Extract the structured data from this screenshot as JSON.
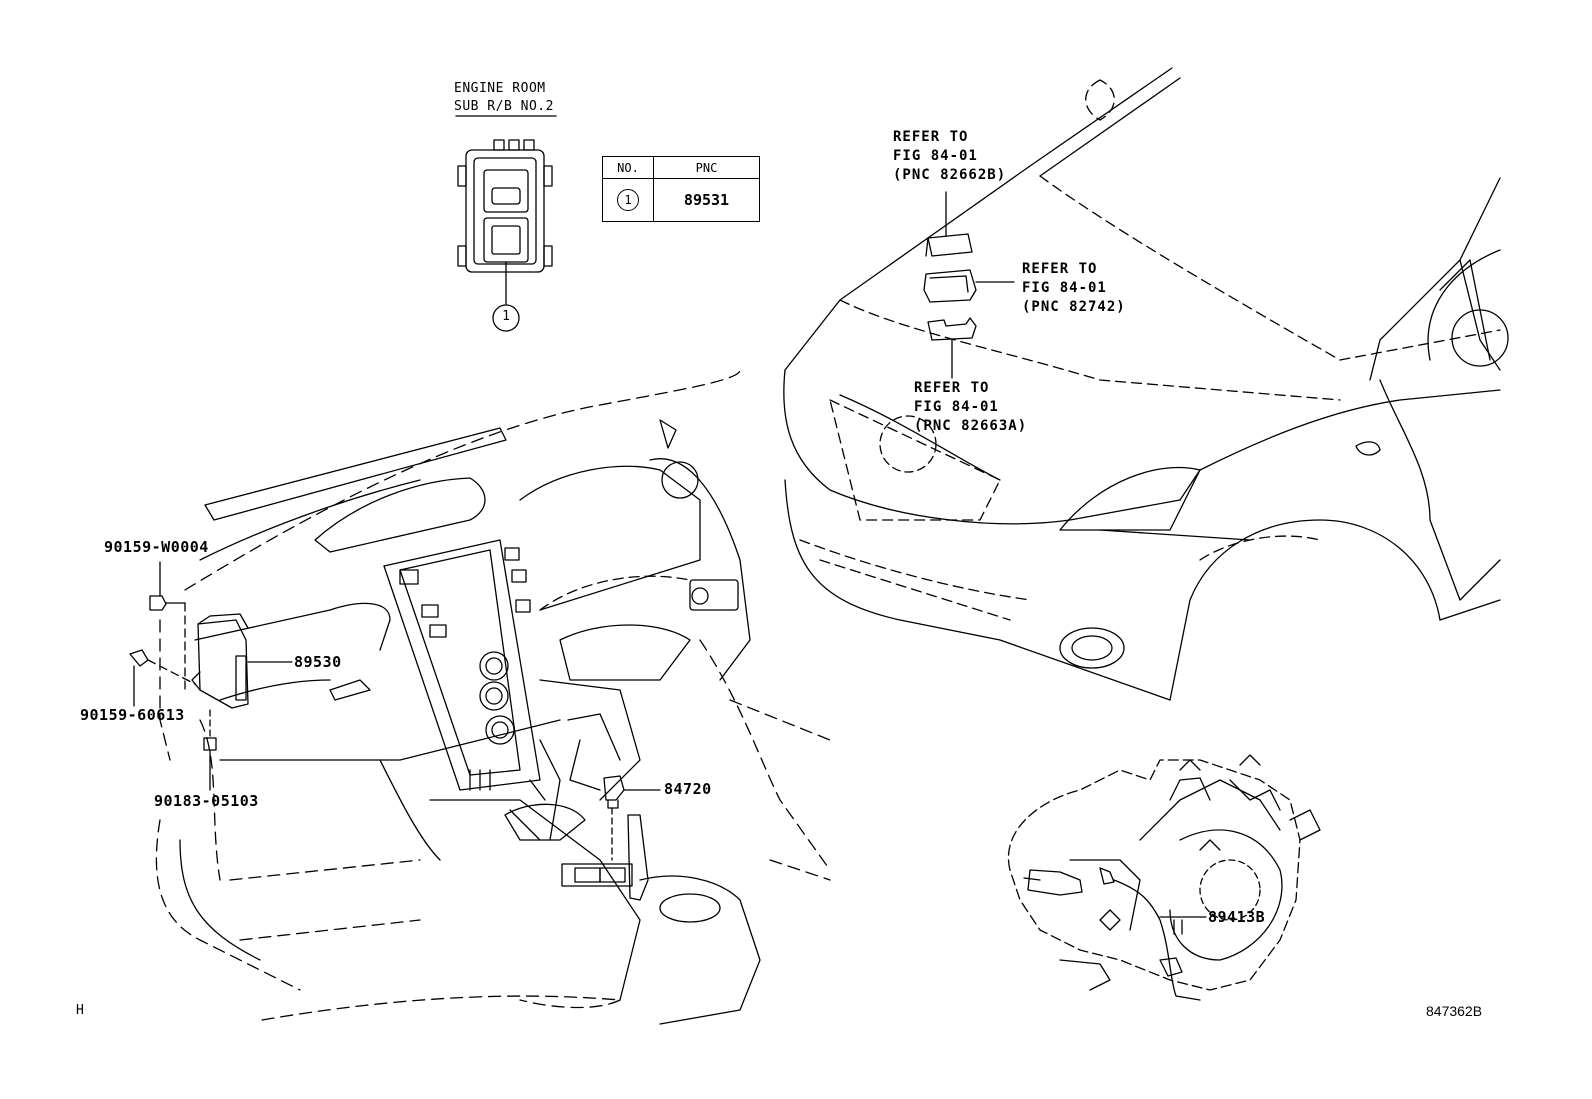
{
  "engine_room": {
    "line1": "ENGINE ROOM",
    "line2": "SUB R/B NO.2",
    "callout": "1"
  },
  "pnc_table": {
    "col_no": "NO.",
    "col_pnc": "PNC",
    "row_no": "1",
    "row_pnc": "89531"
  },
  "refer_1": {
    "l1": "REFER TO",
    "l2": "FIG 84-01",
    "l3": "(PNC 82662B)"
  },
  "refer_2": {
    "l1": "REFER TO",
    "l2": "FIG 84-01",
    "l3": "(PNC 82742)"
  },
  "refer_3": {
    "l1": "REFER TO",
    "l2": "FIG 84-01",
    "l3": "(PNC 82663A)"
  },
  "parts": {
    "p1": "90159-W0004",
    "p2": "89530",
    "p3": "90159-60613",
    "p4": "90183-05103",
    "p5": "84720",
    "p6": "89413B"
  },
  "corner_left": "H",
  "corner_right": "847362B"
}
